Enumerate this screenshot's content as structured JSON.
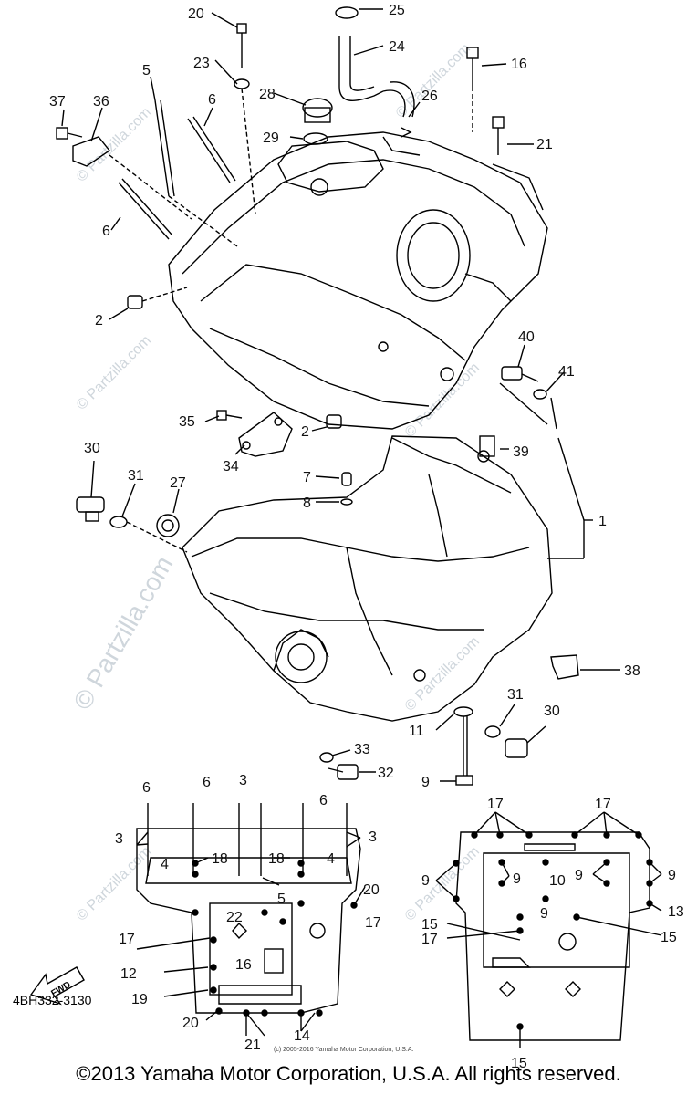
{
  "diagram": {
    "figure_code": "4BH332-3130",
    "copyright": "©2013 Yamaha Motor Corporation, U.S.A. All rights reserved.",
    "small_copyright": "(c) 2005-2016 Yamaha Motor Corporation, U.S.A.",
    "watermark_main": "© Partzilla.com",
    "watermark_small": "© Partzilla.com",
    "fwd_label": "FWD",
    "callouts": {
      "c1": "1",
      "c2a": "2",
      "c2b": "2",
      "c3a": "3",
      "c3b": "3",
      "c3c": "3",
      "c4a": "4",
      "c4b": "4",
      "c5a": "5",
      "c5b": "5",
      "c6a": "6",
      "c6b": "6",
      "c6c": "6",
      "c6d": "6",
      "c6e": "6",
      "c7": "7",
      "c8": "8",
      "c9a": "9",
      "c9b": "9",
      "c9c": "9",
      "c9d": "9",
      "c9e": "9",
      "c9f": "9",
      "c10": "10",
      "c11": "11",
      "c12": "12",
      "c13": "13",
      "c14": "14",
      "c15a": "15",
      "c15b": "15",
      "c15c": "15",
      "c16a": "16",
      "c16b": "16",
      "c17a": "17",
      "c17b": "17",
      "c17c": "17",
      "c17d": "17",
      "c17e": "17",
      "c18a": "18",
      "c18b": "18",
      "c19": "19",
      "c20a": "20",
      "c20b": "20",
      "c20c": "20",
      "c21a": "21",
      "c21b": "21",
      "c22": "22",
      "c23": "23",
      "c24": "24",
      "c25": "25",
      "c26": "26",
      "c27": "27",
      "c28": "28",
      "c29": "29",
      "c30a": "30",
      "c30b": "30",
      "c31a": "31",
      "c31b": "31",
      "c32": "32",
      "c33": "33",
      "c34": "34",
      "c35": "35",
      "c36": "36",
      "c37": "37",
      "c38": "38",
      "c39": "39",
      "c40": "40",
      "c41": "41"
    }
  }
}
